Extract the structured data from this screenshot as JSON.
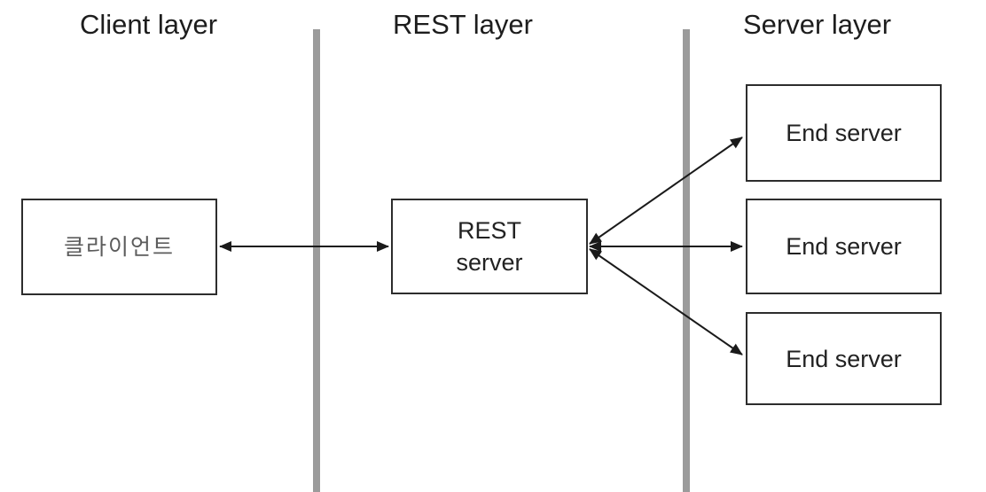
{
  "diagram": {
    "layers": [
      {
        "name": "client",
        "title": "Client layer"
      },
      {
        "name": "rest",
        "title": "REST layer"
      },
      {
        "name": "server",
        "title": "Server layer"
      }
    ],
    "nodes": [
      {
        "id": "client",
        "layer": "client",
        "label": "클라이언트"
      },
      {
        "id": "rest-server",
        "layer": "rest",
        "label": "REST\nserver"
      },
      {
        "id": "end-server-1",
        "layer": "server",
        "label": "End server"
      },
      {
        "id": "end-server-2",
        "layer": "server",
        "label": "End server"
      },
      {
        "id": "end-server-3",
        "layer": "server",
        "label": "End server"
      }
    ],
    "connections": [
      {
        "from": "client",
        "to": "rest-server",
        "style": "double-headed-arrow"
      },
      {
        "from": "rest-server",
        "to": "end-server-1",
        "style": "double-headed-arrow"
      },
      {
        "from": "rest-server",
        "to": "end-server-2",
        "style": "double-headed-arrow"
      },
      {
        "from": "rest-server",
        "to": "end-server-3",
        "style": "double-headed-arrow"
      }
    ],
    "colors": {
      "background": "#ffffff",
      "box_border": "#2d2d2d",
      "arrow": "#1a1a1a",
      "layer_divider": "#9b9b9b",
      "heading_text": "#1d1d1d",
      "client_label_text": "#5c5c5c"
    }
  }
}
